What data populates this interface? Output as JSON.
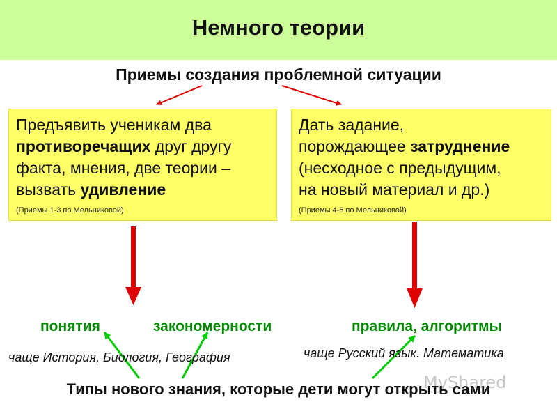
{
  "header": {
    "title": "Немного теории"
  },
  "subtitle": "Приемы создания проблемной ситуации",
  "left_box": {
    "line1": "Предъявить ученикам два",
    "line2_bold": "противоречащих",
    "line2_rest": " друг другу",
    "line3": "факта, мнения, две теории –",
    "line4_pre": "вызвать ",
    "line4_bold": "удивление",
    "note": "(Приемы 1-3 по Мельниковой)"
  },
  "right_box": {
    "line1": "Дать задание,",
    "line2_pre": "порождающее ",
    "line2_bold": "затруднение",
    "line3": "(несходное с предыдущим,",
    "line4": "на новый материал и др.)",
    "note": "(Приемы 4-6 по Мельниковой)"
  },
  "knowledge_types": {
    "concepts": "понятия",
    "regularities": "закономерности",
    "rules": "правила, алгоритмы"
  },
  "subjects": {
    "left": "чаще История, Биология, География",
    "right": "чаще Русский язык. Математика"
  },
  "footer": "Типы нового знания, которые дети могут открыть сами",
  "watermark": "MyShared",
  "colors": {
    "header_bg": "#ccff99",
    "box_bg": "#ffff66",
    "label_green": "#008800",
    "arrow_red": "#e00000",
    "arrow_green": "#00cc00"
  }
}
